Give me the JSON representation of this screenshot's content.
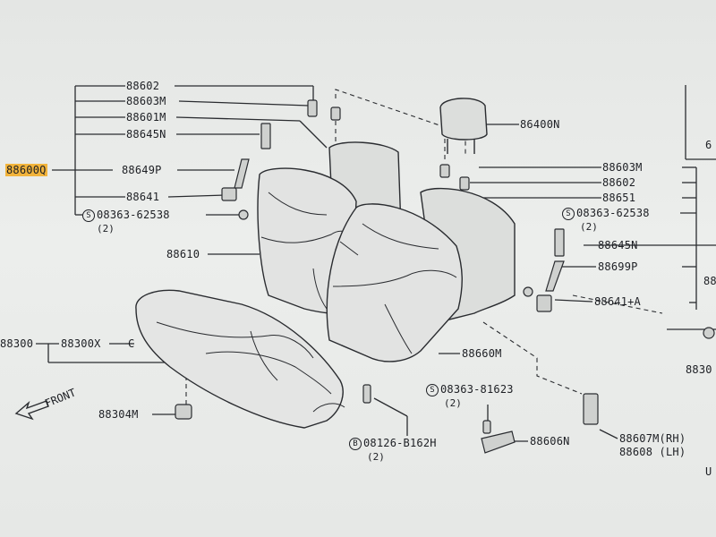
{
  "labels": {
    "l88602a": "88602",
    "l88603m_a": "88603M",
    "l88601m": "88601M",
    "l88645n_a": "88645N",
    "l88600q": "88600Q",
    "l88649p": "88649P",
    "l88641": "88641",
    "l08363_62538_a": "08363-62538",
    "l88610": "88610",
    "l88300": "88300",
    "l88300x": "88300X",
    "lc": "C",
    "l86400n": "86400N",
    "l88603m_b": "88603M",
    "l88602b": "88602",
    "l88651": "88651",
    "l08363_62538_b": "08363-62538",
    "l88645n_b": "88645N",
    "l88699p": "88699P",
    "l88641a": "88641+A",
    "l88660m": "88660M",
    "l08363_81623": "08363-81623",
    "l88304m": "88304M",
    "l08126_b162h": "08126-B162H",
    "l88606n": "88606N",
    "l88607m": "88607M(RH)",
    "l88608": "88608 (LH)",
    "front": "FRONT",
    "edge_6": "6",
    "edge_88": "88",
    "edge_8830": "8830",
    "edge_u": "U"
  },
  "quantities": {
    "q1": "(2)",
    "q2": "(2)",
    "q3": "(2)",
    "q4": "(2)"
  },
  "symbols": {
    "s": "S",
    "b": "B"
  },
  "colors": {
    "highlight": "#f2b43c",
    "ink": "#1d1f24"
  }
}
